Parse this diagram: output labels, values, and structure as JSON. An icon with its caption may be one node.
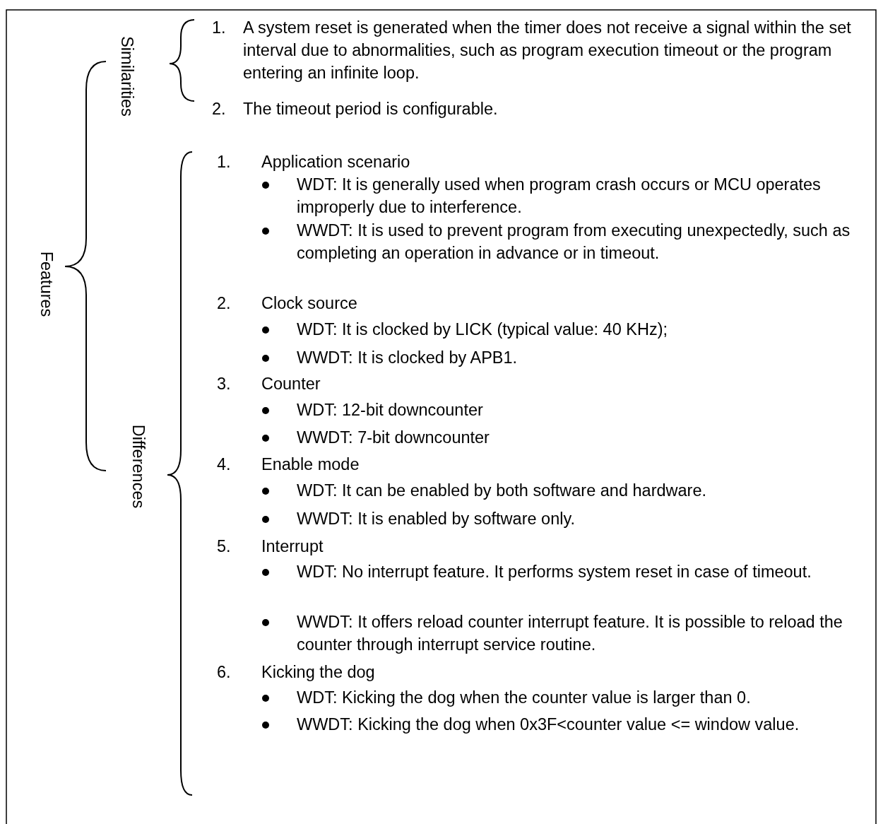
{
  "diagram": {
    "labels": [
      "Similarities",
      "1.",
      "A system reset is generated when the timer does not receive a signal within the set interval due to abnormalities, such as program execution timeout or the program entering an infinite loop.",
      "2.",
      "The timeout period is configurable.",
      "Features",
      "Differences",
      "1.",
      "Application scenario",
      "WDT: It is generally used when program crash occurs or MCU operates improperly due to interference.",
      "WWDT: It is used to prevent program from executing unexpectedly, such as completing an operation in advance or in timeout.",
      "2.",
      "Clock source",
      "WDT: It is clocked by LICK (typical value: 40 KHz);",
      "WWDT: It is clocked by APB1.",
      "3.",
      "Counter",
      "WDT: 12-bit downcounter",
      "WWDT: 7-bit downcounter",
      "4.",
      "Enable mode",
      "WDT: It can be enabled by both software and hardware.",
      "WWDT: It is enabled by software only.",
      "5.",
      "Interrupt",
      "WDT: No interrupt feature. It performs system reset in case of timeout.",
      "WWDT: It offers reload counter interrupt feature. It is possible to reload the counter through interrupt service routine.",
      "6.",
      "Kicking the dog",
      "WDT: Kicking the dog when the counter value is larger than 0.",
      "WWDT: Kicking the dog when 0x3F<counter value <= window value."
    ]
  }
}
